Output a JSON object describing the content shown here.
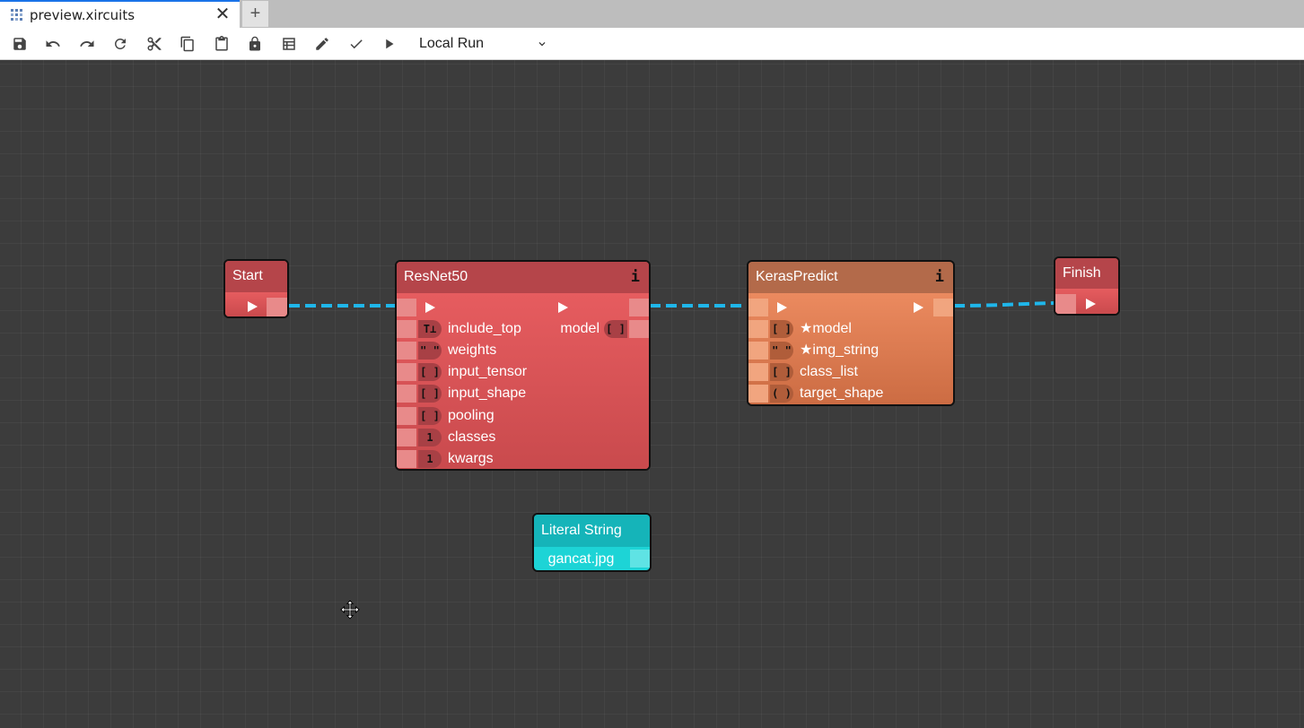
{
  "tab": {
    "title": "preview.xircuits",
    "close": "✕",
    "add": "+"
  },
  "toolbar": {
    "buttons": [
      "save-icon",
      "undo-icon",
      "redo-icon",
      "reload-icon",
      "cut-icon",
      "copy-icon",
      "paste-icon",
      "lock-icon",
      "table-icon",
      "edit-icon",
      "check-icon",
      "play-icon"
    ],
    "run_mode": "Local Run"
  },
  "nodes": {
    "start": {
      "title": "Start"
    },
    "finish": {
      "title": "Finish"
    },
    "resnet": {
      "title": "ResNet50",
      "info": "i",
      "ports": [
        {
          "badge": "T⊥",
          "label": "include_top"
        },
        {
          "badge": "\" \"",
          "label": "weights"
        },
        {
          "badge": "[ ]",
          "label": "input_tensor"
        },
        {
          "badge": "[ ]",
          "label": "input_shape"
        },
        {
          "badge": "[ ]",
          "label": "pooling"
        },
        {
          "badge": "1",
          "label": "classes"
        },
        {
          "badge": "1",
          "label": "kwargs"
        }
      ],
      "output": {
        "label": "model",
        "badge": "[ ]"
      }
    },
    "keras": {
      "title": "KerasPredict",
      "info": "i",
      "ports": [
        {
          "badge": "[ ]",
          "label": "★model"
        },
        {
          "badge": "\" \"",
          "label": "★img_string"
        },
        {
          "badge": "[ ]",
          "label": "class_list"
        },
        {
          "badge": "( )",
          "label": "target_shape"
        }
      ]
    },
    "literal": {
      "title": "Literal String",
      "value": "gancat.jpg"
    }
  },
  "colors": {
    "link": "#1fb6ea",
    "canvas": "#3c3c3c",
    "red_node": "#d9534f",
    "orange_node": "#e07b50",
    "teal_node": "#1dd4d6"
  }
}
